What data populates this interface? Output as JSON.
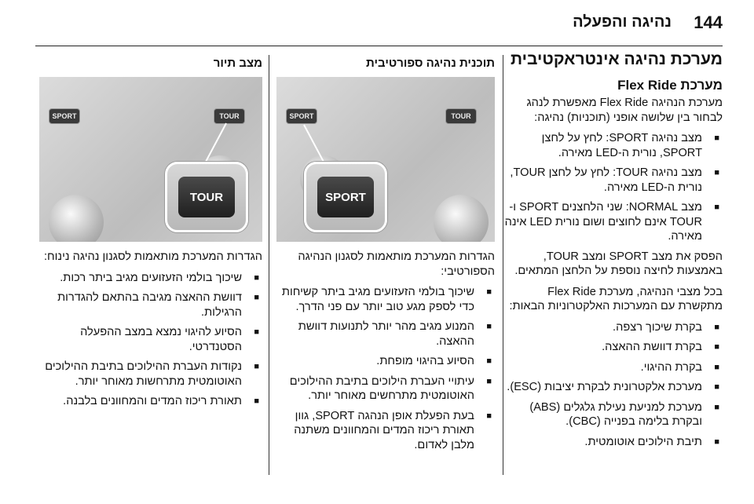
{
  "header": {
    "page_number": "144",
    "section_title": "נהיגה והפעלה"
  },
  "col1": {
    "heading": "מערכת נהיגה אינטראקטיבית",
    "subheading": "מערכת Flex Ride",
    "intro": "מערכת הנהיגה Flex Ride מאפשרת לנהג לבחור בין שלושה אופני (תוכניות) נהיגה:",
    "modes": [
      "מצב נהיגה SPORT: לחץ על לחצן SPORT, נורית ה-LED מאירה.",
      "מצב נהיגה TOUR: לחץ על לחצן TOUR, נורית ה-LED מאירה.",
      "מצב NORMAL: שני הלחצנים SPORT ו-TOUR אינם לחוצים ושום נורית LED אינה מאירה."
    ],
    "toggle_text": "הפסק את מצב SPORT ומצב TOUR, באמצעות לחיצה נוספת על הלחצן המתאים.",
    "adapt_intro": "בכל מצבי הנהיגה, מערכת Flex Ride מתקשרת עם המערכות האלקטרוניות הבאות:",
    "systems": [
      "בקרת שיכוך רצפה.",
      "בקרת דוושת ההאצה.",
      "בקרת ההיגוי.",
      "מערכת אלקטרונית לבקרת יציבות (ESC).",
      "מערכת למניעת נעילת גלגלים (ABS) ובקרת בלימה בפנייה (CBC).",
      "תיבת הילוכים אוטומטית."
    ]
  },
  "col2": {
    "heading": "תוכנית נהיגה ספורטיבית",
    "photo_btn_large": "SPORT",
    "photo_btn_small1": "SPORT",
    "photo_btn_small2": "TOUR",
    "intro": "הגדרות המערכת מותאמות לסגנון הנהיגה הספורטיבי:",
    "items": [
      "שיכוך בולמי הזעזועים מגיב ביתר קשיחות כדי לספק מגע טוב יותר עם פני הדרך.",
      "המנוע מגיב מהר יותר לתנועות דוושת ההאצה.",
      "הסיוע בהיגוי מופחת.",
      "עיתויי העברת הילוכים בתיבת ההילוכים האוטומטית מתרחשים מאוחר יותר.",
      "בעת הפעלת אופן הנהגה SPORT, גוון תאורת ריכוז המדים והמחוונים משתנה מלבן לאדום."
    ]
  },
  "col3": {
    "heading": "מצב תיור",
    "photo_btn_large": "TOUR",
    "photo_btn_small1": "SPORT",
    "photo_btn_small2": "TOUR",
    "intro": "הגדרות המערכת מותאמות לסגנון נהיגה נינוח:",
    "items": [
      "שיכוך בולמי הזעזועים מגיב ביתר רכות.",
      "דוושת ההאצה מגיבה בהתאם להגדרות הרגילות.",
      "הסיוע להיגוי נמצא במצב ההפעלה הסטנדרטי.",
      "נקודות העברת ההילוכים בתיבת ההילוכים האוטומטית מתרחשות מאוחר יותר.",
      "תאורת ריכוז המדים והמחוונים בלבנה."
    ]
  }
}
